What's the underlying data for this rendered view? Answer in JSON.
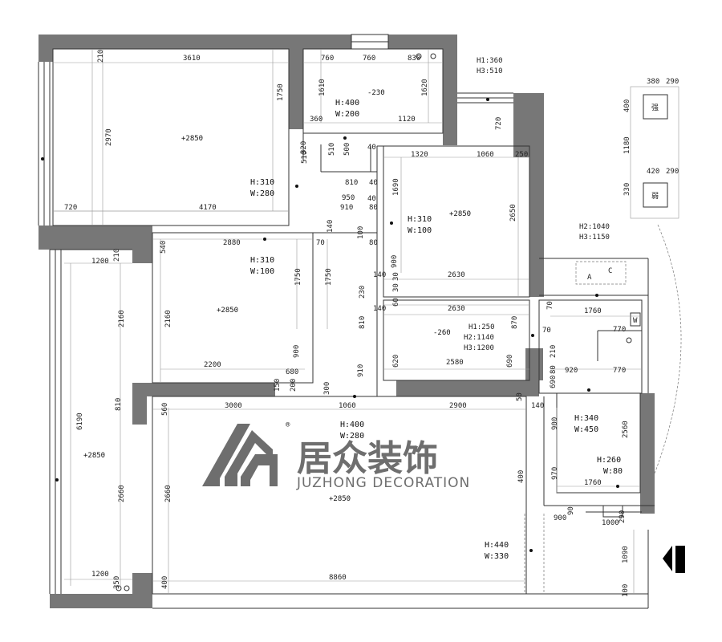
{
  "watermark": {
    "brand_cn": "居众装饰",
    "brand_en": "JUZHONG DECORATION",
    "registered": "®"
  },
  "levels": {
    "l1": "+2850",
    "l2": "+2850",
    "l3": "+2850",
    "l4": "+2850",
    "l5": "+2850",
    "l6": "-230",
    "l7": "-260"
  },
  "openings": {
    "o1a": "H:310",
    "o1b": "W:280",
    "o2a": "H:400",
    "o2b": "W:200",
    "o3a": "H:310",
    "o3b": "W:100",
    "o4a": "H:310",
    "o4b": "W:100",
    "o5a": "H:400",
    "o5b": "W:280",
    "o6a": "H:340",
    "o6b": "W:450",
    "o7a": "H:260",
    "o7b": "W:80",
    "o8a": "H:440",
    "o8b": "W:330",
    "o9a": "H1:360",
    "o9b": "H3:510",
    "o10a": "H2:1040",
    "o10b": "H3:1150",
    "o11a": "H1:250",
    "o11b": "H2:1140",
    "o11c": "H3:1200"
  },
  "legend_marks": {
    "a": "A",
    "c": "C",
    "box1": "强",
    "box2": "弱",
    "w": "W"
  },
  "dims": {
    "d1": "3610",
    "d2": "210",
    "d3": "760",
    "d4": "760",
    "d5": "830",
    "d6": "1750",
    "d7": "1610",
    "d8": "1620",
    "d9": "2970",
    "d10": "360",
    "d11": "1120",
    "d12": "320",
    "d13": "510",
    "d14": "500",
    "d15": "40",
    "d16": "510",
    "d17": "1320",
    "d18": "1060",
    "d19": "250",
    "d20": "720",
    "d21": "810",
    "d22": "40",
    "d23": "1690",
    "d24": "2650",
    "d25": "720",
    "d26": "4170",
    "d27": "910",
    "d28": "80",
    "d29": "950",
    "d30": "2880",
    "d31": "70",
    "d32": "140",
    "d33": "100",
    "d34": "80",
    "d35": "1200",
    "d36": "210",
    "d37": "540",
    "d38": "1750",
    "d39": "1750",
    "d40": "900",
    "d41": "2630",
    "d42": "140",
    "d43": "30",
    "d44": "60",
    "d45": "230",
    "d46": "2630",
    "d47": "140",
    "d48": "2160",
    "d49": "2160",
    "d50": "810",
    "d51": "870",
    "d52": "70",
    "d53": "900",
    "d54": "2200",
    "d55": "680",
    "d56": "910",
    "d57": "620",
    "d58": "2580",
    "d59": "690",
    "d60": "210",
    "d61": "80",
    "d62": "1760",
    "d63": "770",
    "d64": "920",
    "d65": "770",
    "d66": "690",
    "d67": "200",
    "d68": "150",
    "d69": "300",
    "d70": "1060",
    "d71": "3000",
    "d72": "2900",
    "d73": "50",
    "d74": "140",
    "d75": "560",
    "d76": "810",
    "d77": "900",
    "d78": "2560",
    "d79": "6190",
    "d80": "2660",
    "d81": "2660",
    "d82": "970",
    "d83": "400",
    "d84": "1760",
    "d85": "90",
    "d86": "900",
    "d87": "1000",
    "d88": "290",
    "d89": "1200",
    "d90": "350",
    "d91": "400",
    "d92": "8860",
    "d93": "1090",
    "d94": "100",
    "d95": "380",
    "d96": "290",
    "d97": "400",
    "d98": "1180",
    "d99": "420",
    "d100": "290",
    "d101": "330",
    "d102": "40",
    "d103": "70",
    "d104": "30"
  }
}
